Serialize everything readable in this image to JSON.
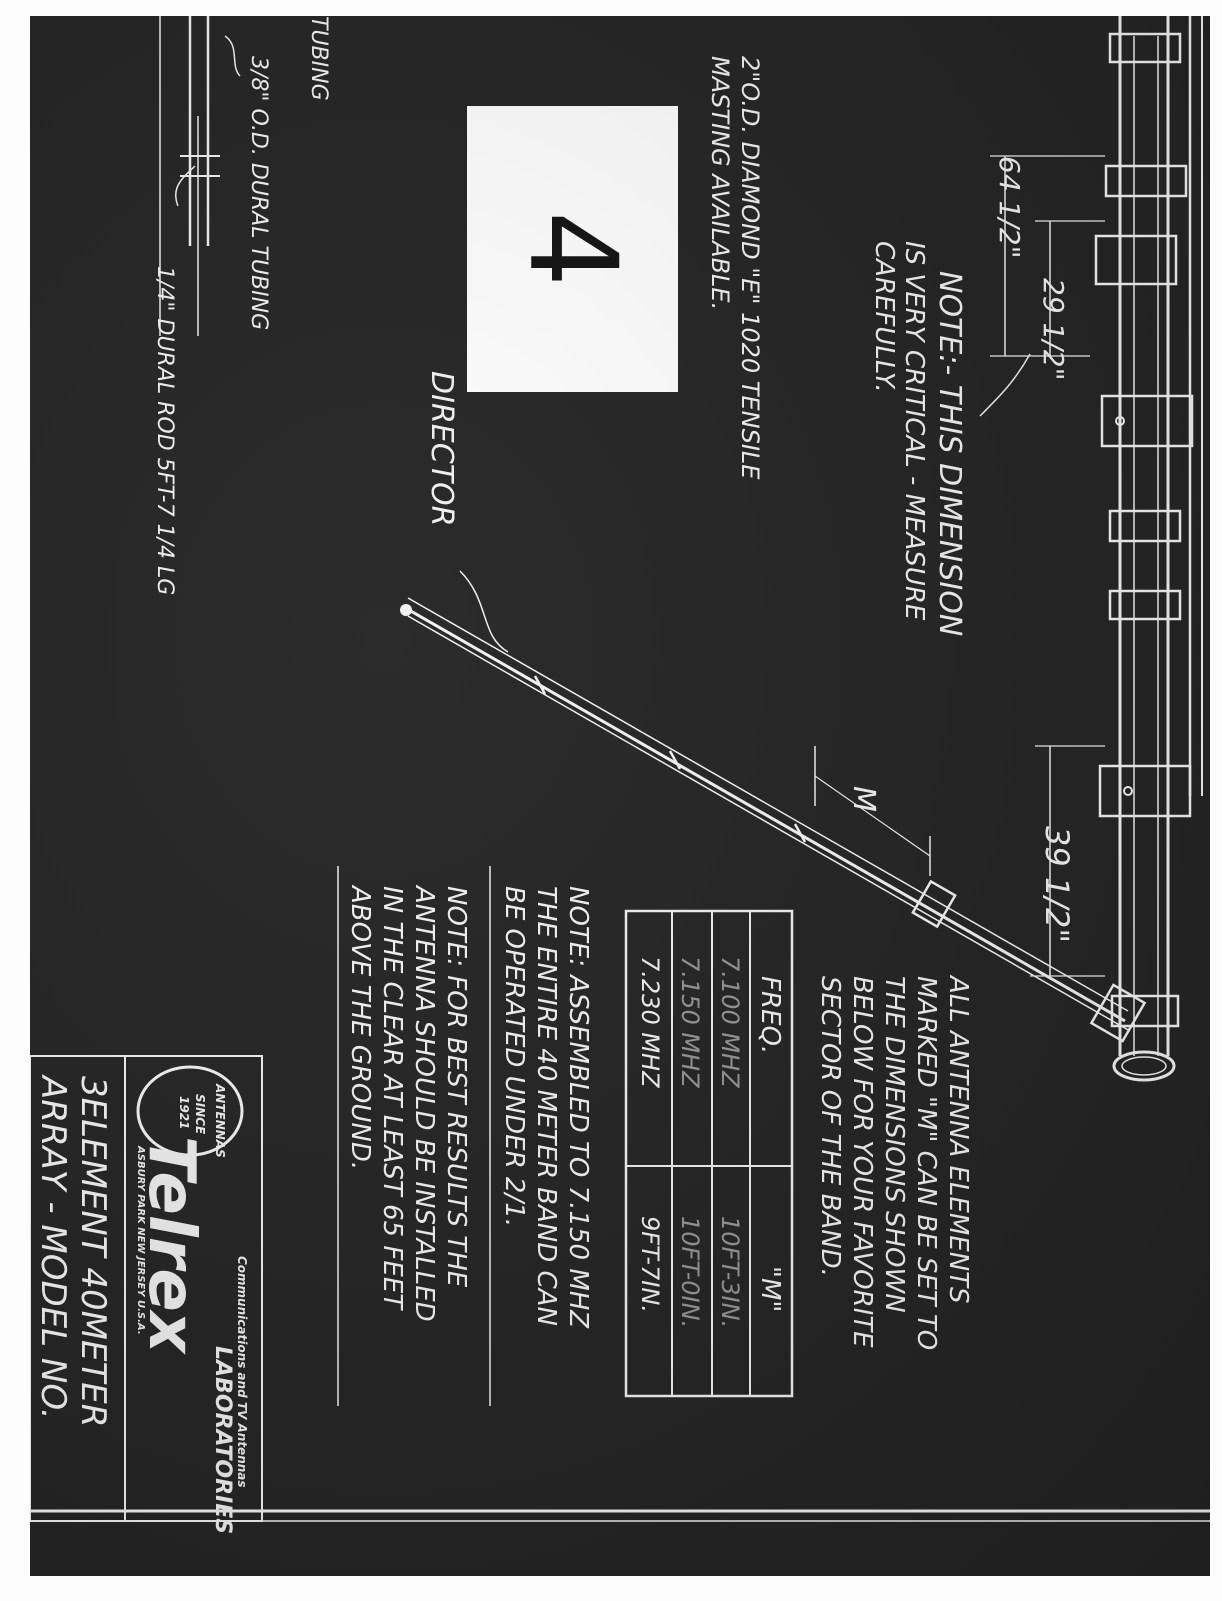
{
  "page_number": "4",
  "notes": {
    "critical_dimension": {
      "line1": "NOTE:- THIS DIMENSION",
      "line2": "IS VERY CRITICAL - MEASURE",
      "line3": "CAREFULLY."
    },
    "masting": {
      "line1": "2\"O.D. DIAMOND \"E\" 1020 TENSILE",
      "line2": "MASTING AVAILABLE."
    },
    "antenna_elements": {
      "line1": "ALL ANTENNA ELEMENTS",
      "line2": "MARKED \"M\" CAN BE SET TO",
      "line3": "THE DIMENSIONS SHOWN",
      "line4": "BELOW FOR YOUR FAVORITE",
      "line5": "SECTOR OF THE BAND."
    },
    "assembled": {
      "line1": "NOTE: ASSEMBLED TO 7.150 MHZ",
      "line2": "THE ENTIRE 40 METER BAND CAN",
      "line3": "BE OPERATED UNDER 2/1."
    },
    "best_results": {
      "line1": "NOTE: FOR BEST RESULTS THE",
      "line2": "ANTENNA SHOULD BE INSTALLED",
      "line3": "IN THE CLEAR AT LEAST 65 FEET",
      "line4": "ABOVE THE GROUND."
    }
  },
  "labels": {
    "director": "DIRECTOR",
    "tubing_left": "TUBING",
    "dural_tubing": "3/8\" O.D. DURAL TUBING",
    "dural_rod": "1/4\" DURAL ROD 5FT-7 1/4 LG",
    "m_marker": "M"
  },
  "dimensions": {
    "d1": "64 1/2\"",
    "d2": "29 1/2\"",
    "d3": "39 1/2\""
  },
  "freq_table": {
    "headers": [
      "FREQ.",
      "\"M\""
    ],
    "rows": [
      [
        "7.100 MHZ",
        "10FT-3IN."
      ],
      [
        "7.150 MHZ",
        "10FT-0IN."
      ],
      [
        "7.230 MHZ",
        "9FT-7IN."
      ]
    ]
  },
  "title_block": {
    "logo_text": "Telrex",
    "logo_badge_top": "ANTENNAS",
    "logo_badge_mid": "SINCE",
    "logo_badge_year": "1921",
    "company_tagline": "Communications and TV Antennas",
    "company_name": "LABORATORIES",
    "company_location": "ASBURY PARK   NEW JERSEY U.S.A.",
    "title_line1": "3ELEMENT 40METER",
    "title_line2": "ARRAY - MODEL NO."
  },
  "colors": {
    "print_background": "#232323",
    "linework": "#f0f0f0",
    "paper": "#ffffff"
  }
}
